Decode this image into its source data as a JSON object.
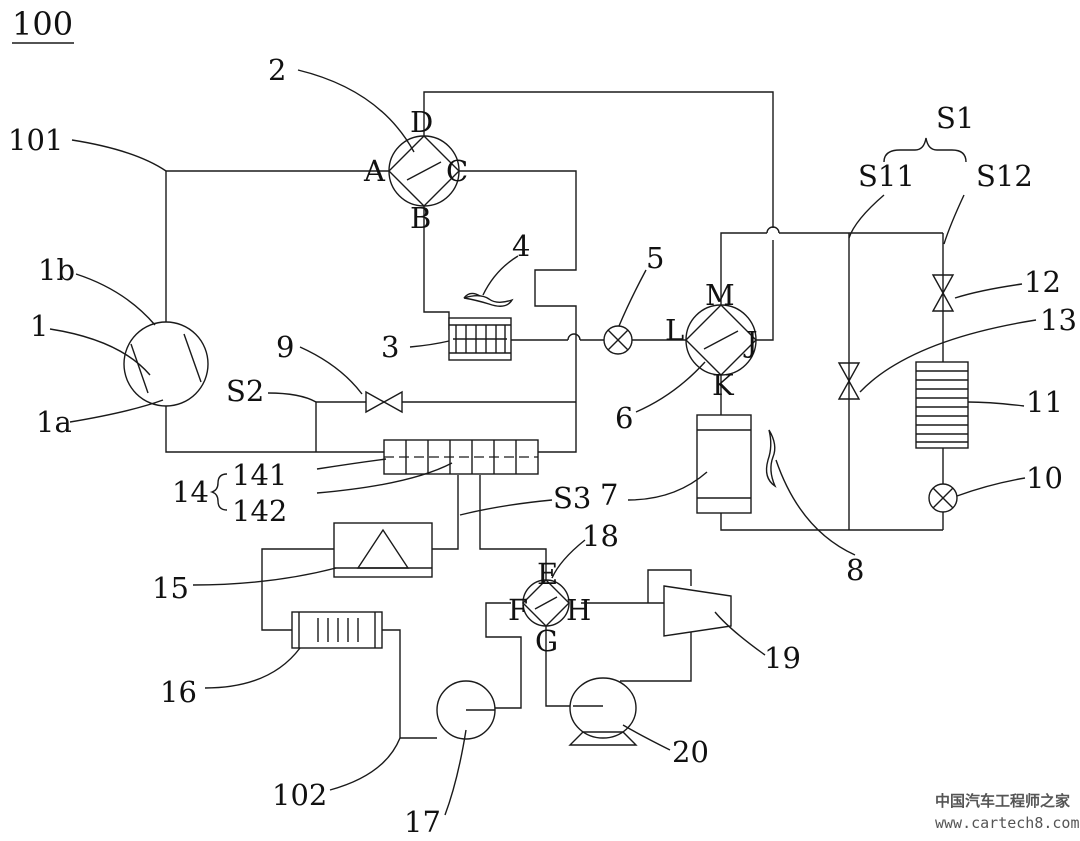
{
  "figure": {
    "title": "100",
    "labels": {
      "n1": "1",
      "n1a": "1a",
      "n1b": "1b",
      "n2": "2",
      "n3": "3",
      "n4": "4",
      "n5": "5",
      "n6": "6",
      "n7": "7",
      "n8": "8",
      "n9": "9",
      "n10": "10",
      "n11": "11",
      "n12": "12",
      "n13": "13",
      "n14": "14",
      "n141": "141",
      "n142": "142",
      "n15": "15",
      "n16": "16",
      "n17": "17",
      "n18": "18",
      "n19": "19",
      "n20": "20",
      "n101": "101",
      "n102": "102",
      "s1": "S1",
      "s11": "S11",
      "s12": "S12",
      "s2": "S2",
      "s3": "S3"
    },
    "ports": {
      "a": "A",
      "b": "B",
      "c": "C",
      "d": "D",
      "e": "E",
      "f": "F",
      "g": "G",
      "h": "H",
      "j": "J",
      "k": "K",
      "l": "L",
      "m": "M"
    }
  },
  "watermark": {
    "cn": "中国汽车工程师之家",
    "url": "www.cartech8.com"
  }
}
